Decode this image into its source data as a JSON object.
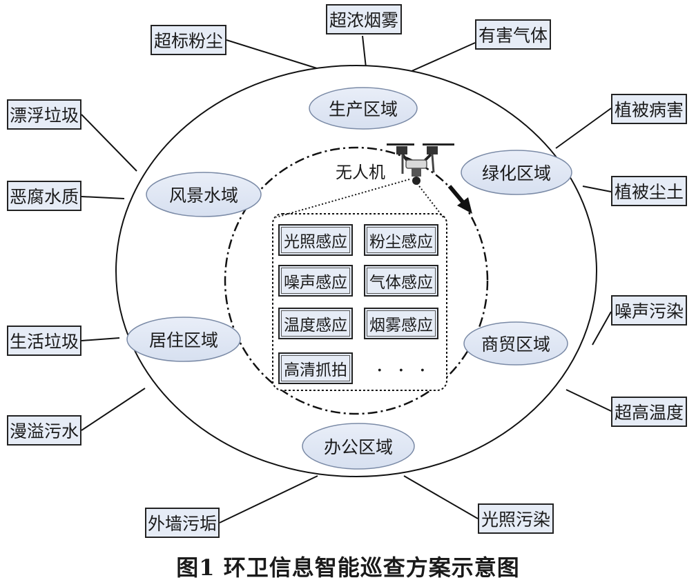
{
  "diagram": {
    "outer_issues": [
      {
        "id": "ultrafine-dust",
        "label": "超标粉尘"
      },
      {
        "id": "dense-smog",
        "label": "超浓烟雾"
      },
      {
        "id": "harmful-gas",
        "label": "有害气体"
      },
      {
        "id": "floating-garbage",
        "label": "漂浮垃圾"
      },
      {
        "id": "plant-disease",
        "label": "植被病害"
      },
      {
        "id": "spoiled-water",
        "label": "恶腐水质"
      },
      {
        "id": "plant-dust",
        "label": "植被尘土"
      },
      {
        "id": "noise-pollution",
        "label": "噪声污染"
      },
      {
        "id": "household-garbage",
        "label": "生活垃圾"
      },
      {
        "id": "high-temperature",
        "label": "超高温度"
      },
      {
        "id": "overflow-sewage",
        "label": "漫溢污水"
      },
      {
        "id": "wall-dirt",
        "label": "外墙污垢"
      },
      {
        "id": "light-pollution",
        "label": "光照污染"
      }
    ],
    "zones": [
      {
        "id": "production",
        "label": "生产区域"
      },
      {
        "id": "scenic-water",
        "label": "风景水域"
      },
      {
        "id": "greening",
        "label": "绿化区域"
      },
      {
        "id": "residential",
        "label": "居住区域"
      },
      {
        "id": "commercial",
        "label": "商贸区域"
      },
      {
        "id": "office",
        "label": "办公区域"
      }
    ],
    "drone": {
      "label": "无人机"
    },
    "sensors": [
      {
        "id": "light",
        "label": "光照感应"
      },
      {
        "id": "dust",
        "label": "粉尘感应"
      },
      {
        "id": "noise",
        "label": "噪声感应"
      },
      {
        "id": "gas",
        "label": "气体感应"
      },
      {
        "id": "temperature",
        "label": "温度感应"
      },
      {
        "id": "smoke",
        "label": "烟雾感应"
      },
      {
        "id": "hd-capture",
        "label": "高清抓拍"
      }
    ],
    "ellipsis": "· · ·"
  },
  "caption": "图1  环卫信息智能巡查方案示意图"
}
